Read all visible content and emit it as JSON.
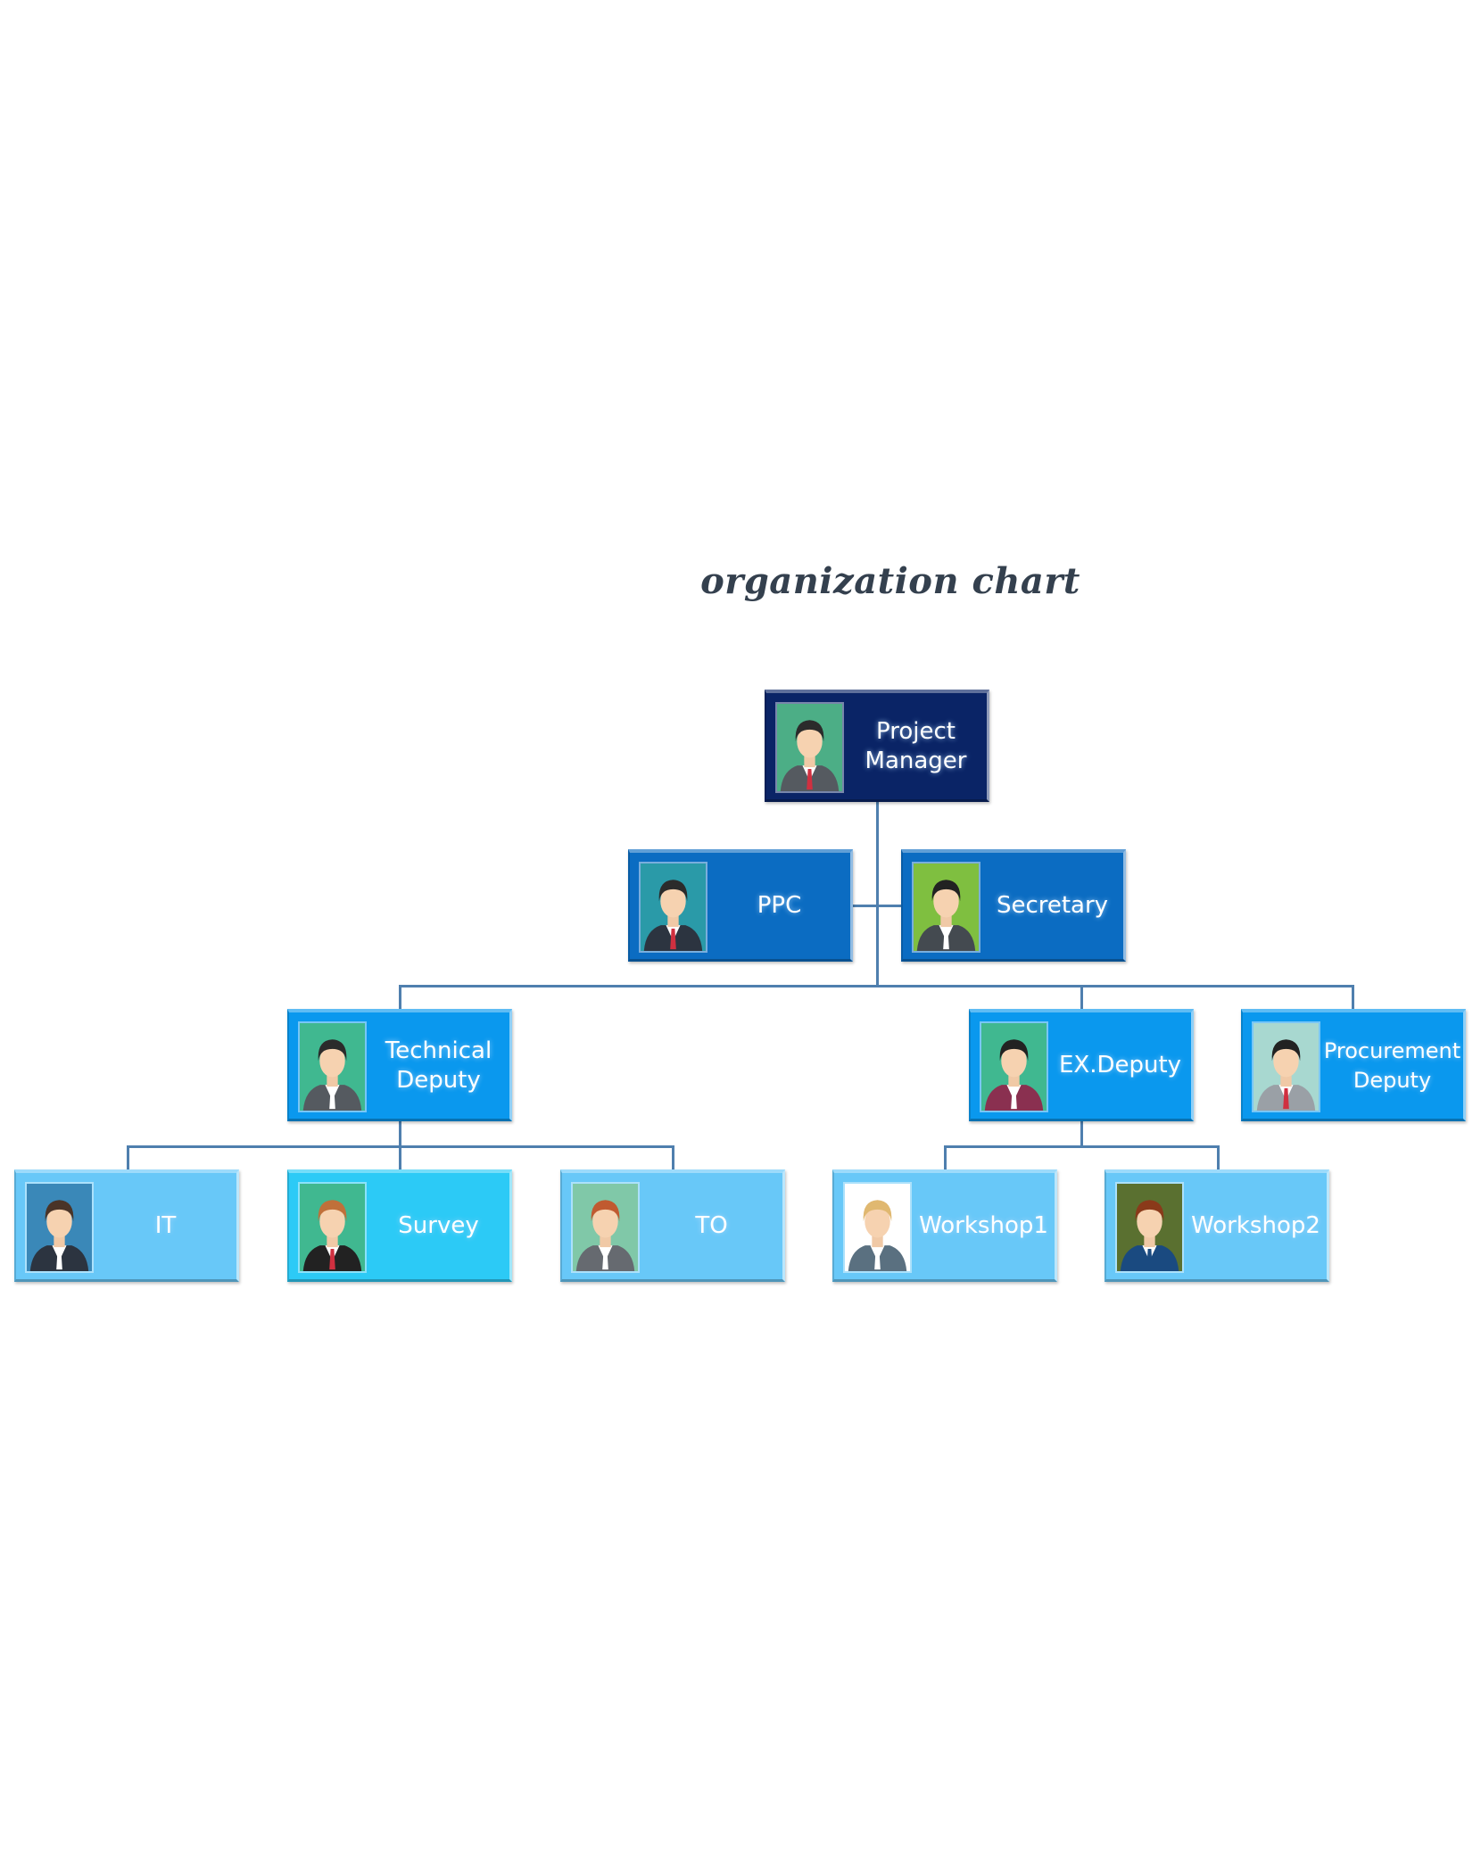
{
  "title": "organization chart",
  "nodes": [
    {
      "id": "project-manager",
      "label": "Project Manager",
      "fill": "#0a2466",
      "photo_bg": "#4cae86",
      "hair": "#2b2b2b",
      "suit": "#555a60",
      "tie": "#d03040"
    },
    {
      "id": "ppc",
      "label": "PPC",
      "fill": "#0b6cc2",
      "photo_bg": "#2a9aa8",
      "hair": "#2b2b2b",
      "suit": "#2c3440",
      "tie": "#d03040"
    },
    {
      "id": "secretary",
      "label": "Secretary",
      "fill": "#0b6cc2",
      "photo_bg": "#7fbf40",
      "hair": "#222222",
      "suit": "#444a50",
      "tie": "#ffffff"
    },
    {
      "id": "technical-deputy",
      "label": "Technical Deputy",
      "fill": "#0a98ee",
      "photo_bg": "#40b890",
      "hair": "#2b2b2b",
      "suit": "#555a60",
      "tie": "#ffffff"
    },
    {
      "id": "ex-deputy",
      "label": "EX.Deputy",
      "fill": "#0a98ee",
      "photo_bg": "#40b890",
      "hair": "#222222",
      "suit": "#8a3050",
      "tie": "#ffffff"
    },
    {
      "id": "procurement-deputy",
      "label": "Procurement Deputy",
      "fill": "#0a98ee",
      "photo_bg": "#a8d8d0",
      "hair": "#222222",
      "suit": "#9aa0a6",
      "tie": "#d03040"
    },
    {
      "id": "it",
      "label": "IT",
      "fill": "#68c8f8",
      "photo_bg": "#3a88b8",
      "hair": "#4a3428",
      "suit": "#2c3440",
      "tie": "#ffffff"
    },
    {
      "id": "survey",
      "label": "Survey",
      "fill": "#2ccaf6",
      "photo_bg": "#40b890",
      "hair": "#c0703a",
      "suit": "#222222",
      "tie": "#d03040"
    },
    {
      "id": "to",
      "label": "TO",
      "fill": "#68c8f8",
      "photo_bg": "#80c8a8",
      "hair": "#c05a30",
      "suit": "#666a70",
      "tie": "#ffffff"
    },
    {
      "id": "workshop1",
      "label": "Workshop1",
      "fill": "#68c8f8",
      "photo_bg": "#ffffff",
      "hair": "#e0b870",
      "suit": "#5a7080",
      "tie": "#ffffff"
    },
    {
      "id": "workshop2",
      "label": "Workshop2",
      "fill": "#68c8f8",
      "photo_bg": "#5a7030",
      "hair": "#8a3a1a",
      "suit": "#1a4a80",
      "tie": "#1a4a80"
    }
  ]
}
